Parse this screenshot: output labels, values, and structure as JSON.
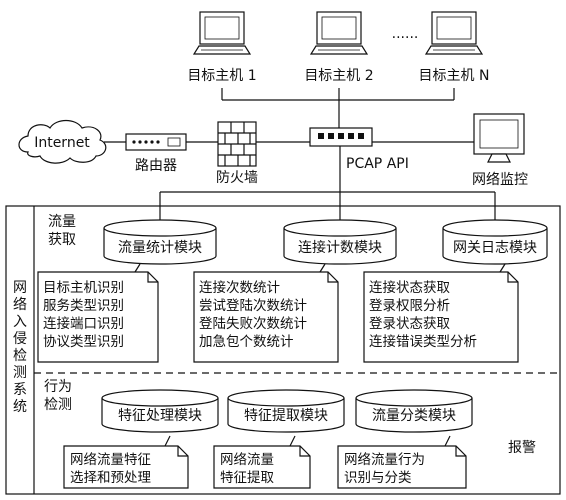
{
  "hosts": [
    {
      "label": "目标主机 1"
    },
    {
      "label": "目标主机 2"
    },
    {
      "label": "目标主机 N"
    }
  ],
  "hosts_ellipsis": "......",
  "network": {
    "internet": "Internet",
    "router": "路由器",
    "firewall": "防火墙",
    "pcap": "PCAP API",
    "monitor": "网络监控"
  },
  "system": {
    "title_lines": [
      "网",
      "络",
      "入",
      "侵",
      "检",
      "测",
      "系",
      "统"
    ],
    "sections": {
      "acquisition_lines": [
        "流量",
        "获取"
      ],
      "detection_lines": [
        "行为",
        "检测"
      ]
    },
    "acquisition_modules": [
      {
        "name": "流量统计模块",
        "notes": [
          "目标主机识别",
          "服务类型识别",
          "连接端口识别",
          "协议类型识别"
        ]
      },
      {
        "name": "连接计数模块",
        "notes": [
          "连接次数统计",
          "尝试登陆次数统计",
          "登陆失败次数统计",
          "加急包个数统计"
        ]
      },
      {
        "name": "网关日志模块",
        "notes": [
          "连接状态获取",
          "登录权限分析",
          "登录状态获取",
          "连接错误类型分析"
        ]
      }
    ],
    "detection_modules": [
      {
        "name": "特征处理模块",
        "notes": [
          "网络流量特征",
          "选择和预处理"
        ]
      },
      {
        "name": "特征提取模块",
        "notes": [
          "网络流量",
          "特征提取"
        ]
      },
      {
        "name": "流量分类模块",
        "notes": [
          "网络流量行为",
          "识别与分类"
        ]
      }
    ],
    "alarm": "报警"
  }
}
